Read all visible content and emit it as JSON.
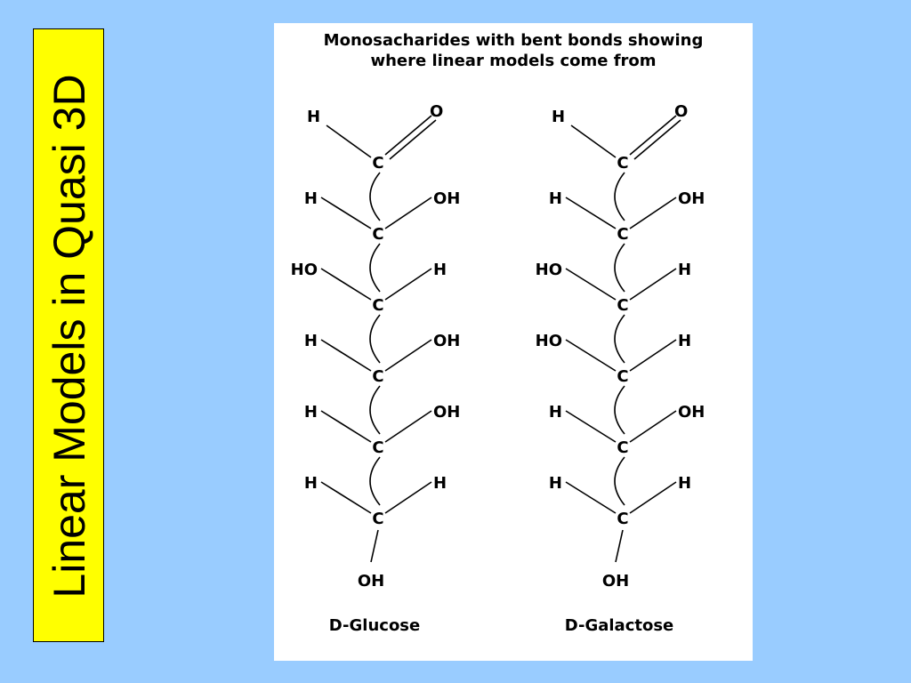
{
  "slide": {
    "title": "Linear Models in Quasi 3D",
    "colors": {
      "background": "#99ccff",
      "title_box": "#ffff00"
    }
  },
  "figure": {
    "heading_line1": "Monosacharides with bent bonds showing",
    "heading_line2": "where linear models come from",
    "molecules": [
      {
        "name": "D-Glucose",
        "top": {
          "left": "H",
          "right": "O"
        },
        "rows": [
          {
            "left": "H",
            "right": "OH"
          },
          {
            "left": "HO",
            "right": "H"
          },
          {
            "left": "H",
            "right": "OH"
          },
          {
            "left": "H",
            "right": "OH"
          },
          {
            "left": "H",
            "right": "H"
          }
        ],
        "bottom": "OH"
      },
      {
        "name": "D-Galactose",
        "top": {
          "left": "H",
          "right": "O"
        },
        "rows": [
          {
            "left": "H",
            "right": "OH"
          },
          {
            "left": "HO",
            "right": "H"
          },
          {
            "left": "HO",
            "right": "H"
          },
          {
            "left": "H",
            "right": "OH"
          },
          {
            "left": "H",
            "right": "H"
          }
        ],
        "bottom": "OH"
      }
    ],
    "carbon_label": "C"
  }
}
